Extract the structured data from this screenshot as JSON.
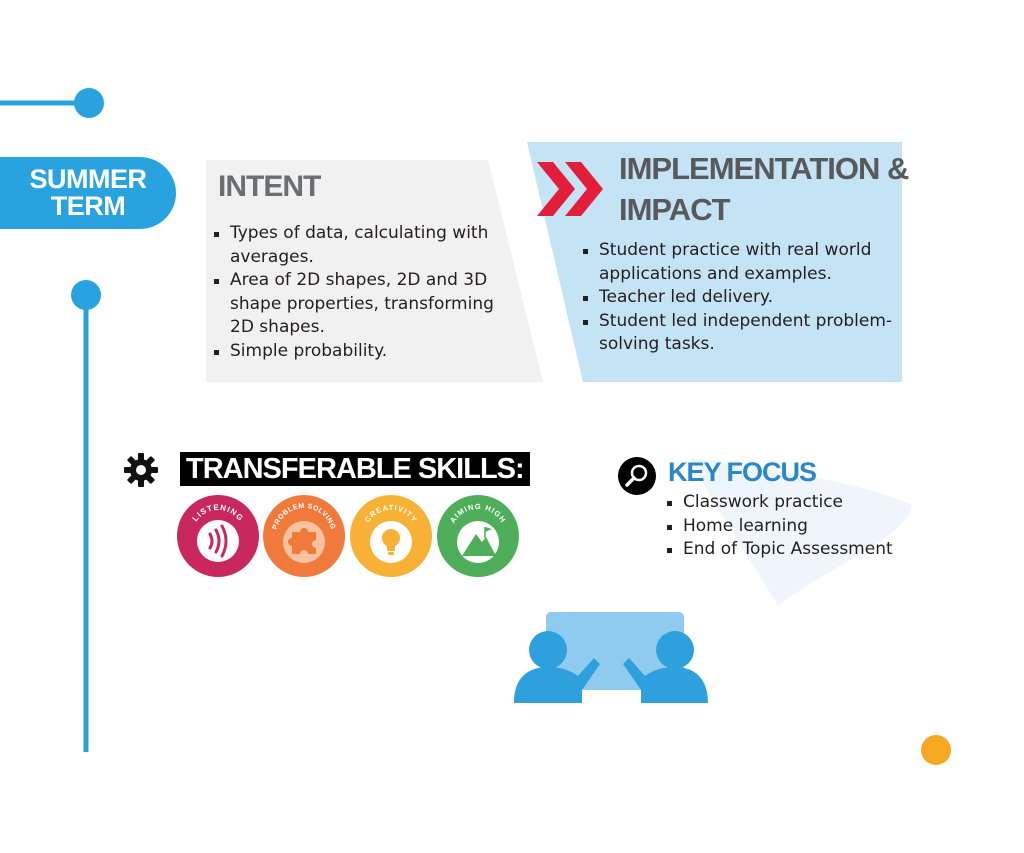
{
  "term": {
    "line1": "SUMMER",
    "line2": "TERM"
  },
  "intent": {
    "title": "INTENT",
    "items": [
      "Types of data, calculating with averages.",
      "Area of 2D shapes, 2D and 3D shape properties, transforming 2D shapes.",
      "Simple probability."
    ]
  },
  "implementation": {
    "title": "IMPLEMENTATION & IMPACT",
    "items": [
      "Student practice with real world applications and examples.",
      "Teacher led delivery.",
      "Student led independent problem-solving tasks."
    ]
  },
  "skills": {
    "title": "TRANSFERABLE SKILLS:",
    "badges": [
      {
        "label": "LISTENING",
        "color": "#c8285e"
      },
      {
        "label": "PROBLEM SOLVING",
        "color": "#ef7a3c"
      },
      {
        "label": "CREATIVITY",
        "color": "#f7b135"
      },
      {
        "label": "AIMING HIGH",
        "color": "#4fae5a"
      }
    ]
  },
  "key_focus": {
    "title": "KEY FOCUS",
    "items": [
      "Classwork practice",
      "Home learning",
      "End of Topic Assessment"
    ]
  },
  "colors": {
    "blue": "#29a3e0",
    "orange": "#f7a823",
    "red_accent": "#e31e3a",
    "light_blue_panel": "#c4e3f5"
  }
}
